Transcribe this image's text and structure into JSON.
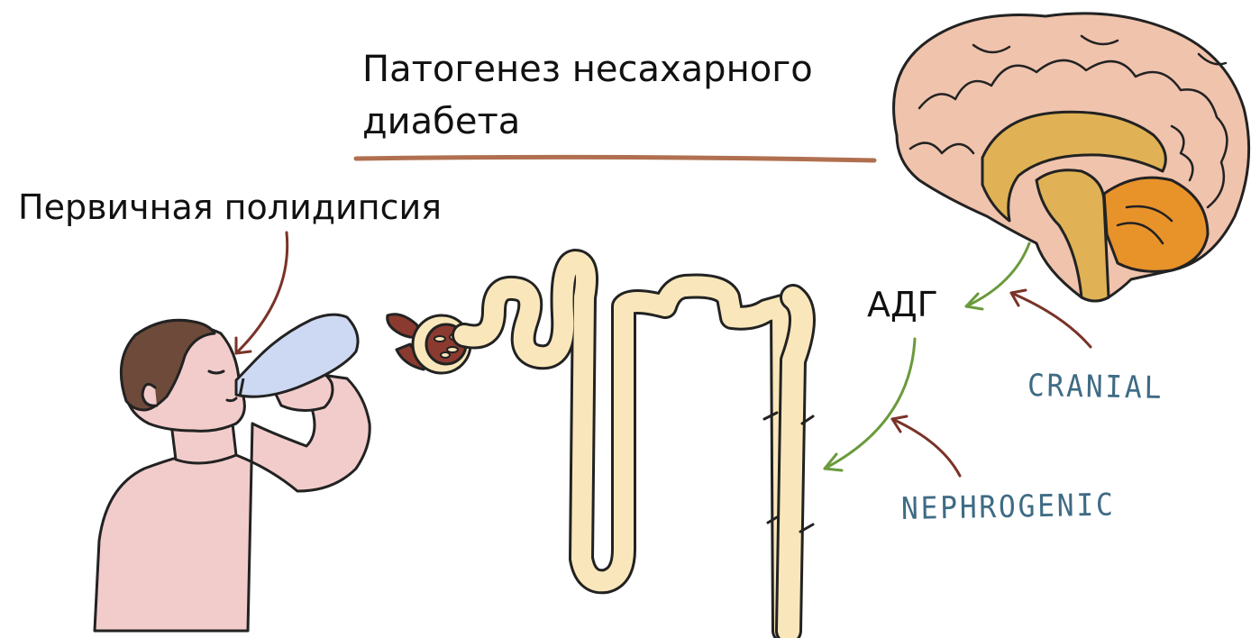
{
  "title": "Патогенез несахарного диабета",
  "labels": {
    "primary_polydipsia": "Первичная полидипсия",
    "adh": "АДГ",
    "cranial": "CRANIAL",
    "nephrogenic": "NEPHROGENIC"
  },
  "colors": {
    "title_rule": "#b07050",
    "pointer_arrow": "#7a3328",
    "adh_arrow": "#6a9a3c",
    "handwriting": "#3f6b84",
    "skin": "#f2cccb",
    "hair": "#6d4a3a",
    "bottle": "#cdd9f2",
    "nephron": "#f9e7bb",
    "kidney_vessel": "#8b3a30",
    "brain_cortex": "#f0c3ad",
    "brain_inner": "#e0b255",
    "cerebellum": "#e8922a"
  },
  "icons": [
    "person-drinking-icon",
    "water-bottle-icon",
    "nephron-icon",
    "brain-icon"
  ]
}
